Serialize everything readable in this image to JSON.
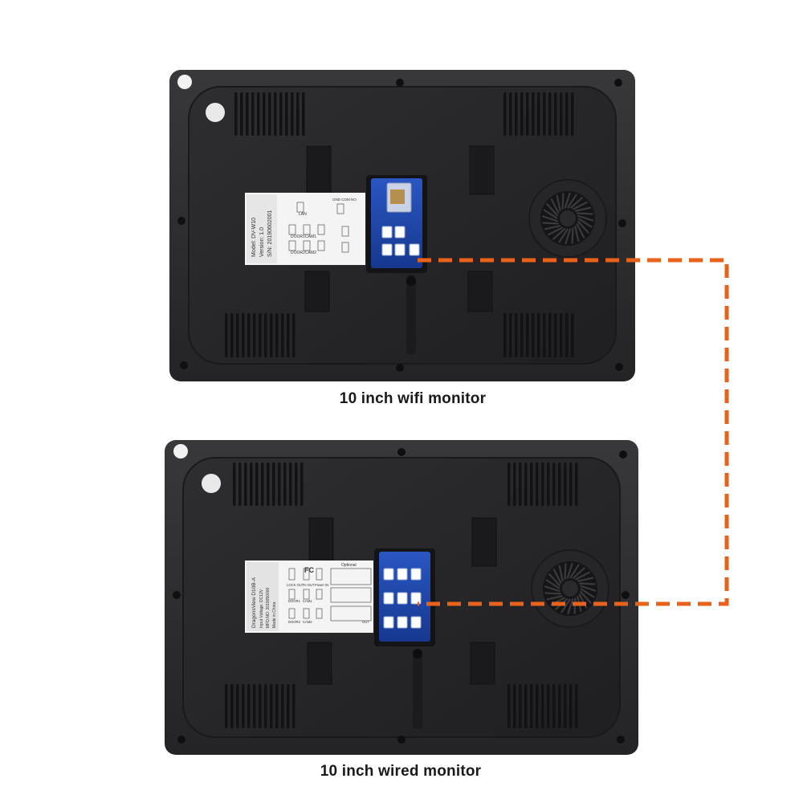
{
  "captions": {
    "top": "10 inch wifi monitor",
    "bottom": "10 inch wired monitor"
  },
  "colors": {
    "monitor_shell": "#2c2c2e",
    "monitor_inner": "#232325",
    "connector_board": "#1f47a8",
    "connection_line": "#e8621b",
    "background": "#ffffff"
  },
  "wifi_monitor": {
    "label_lines": [
      "Model: DV-W10",
      "Version: 1.0",
      "S/N: 20190602001"
    ],
    "terminal_labels": [
      "LAN",
      "DOOR1",
      "CAM1",
      "DOOR2",
      "CAM2"
    ],
    "module_header": "GND  COM  NO"
  },
  "wired_monitor": {
    "label_lines": [
      "DragonsView D10B-A",
      "Input Voltage: DC12V",
      "MFD.NO: 2019050000",
      "Made in China"
    ],
    "terminal_labels": [
      "LOCK OUT",
      "TH OUT",
      "Power IN",
      "DOOR1",
      "CAM1",
      "DOOR2",
      "CAM2",
      "OUT"
    ],
    "optional_text": "Optional",
    "fcc_mark": "FC"
  },
  "icons": [
    "screw-icon",
    "speaker-grille-icon",
    "ce-sticker-icon",
    "connector-port-icon"
  ]
}
